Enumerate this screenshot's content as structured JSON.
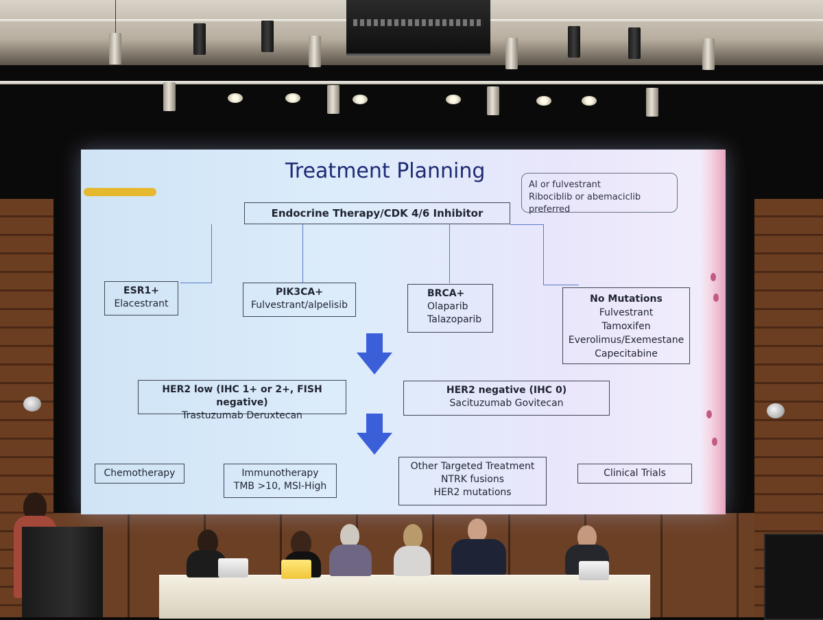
{
  "slide": {
    "title": "Treatment Planning",
    "note": [
      "AI or fulvestrant",
      "Ribociblib or abemaciclib preferred"
    ],
    "root": "Endocrine Therapy/CDK 4/6 Inhibitor",
    "mutations": [
      {
        "heading": "ESR1+",
        "lines": [
          "Elacestrant"
        ]
      },
      {
        "heading": "PIK3CA+",
        "lines": [
          "Fulvestrant/alpelisib"
        ]
      },
      {
        "heading": "BRCA+",
        "lines": [
          "Olaparib",
          "Talazoparib"
        ]
      },
      {
        "heading": "No Mutations",
        "lines": [
          "Fulvestrant",
          "Tamoxifen",
          "Everolimus/Exemestane",
          "Capecitabine"
        ]
      }
    ],
    "her2": [
      {
        "heading": "HER2 low (IHC 1+ or 2+, FISH negative)",
        "lines": [
          "Trastuzumab Deruxtecan"
        ]
      },
      {
        "heading": "HER2 negative (IHC 0)",
        "lines": [
          "Sacituzumab Govitecan"
        ]
      }
    ],
    "final": [
      {
        "lines": [
          "Chemotherapy"
        ]
      },
      {
        "lines": [
          "Immunotherapy",
          "TMB >10, MSI-High"
        ]
      },
      {
        "lines": [
          "Other Targeted Treatment",
          "NTRK fusions",
          "HER2 mutations"
        ]
      },
      {
        "lines": [
          "Clinical Trials"
        ]
      }
    ]
  },
  "colors": {
    "title": "#1d2a72",
    "arrow": "#3b5fd8",
    "highlight": "#e6b82e"
  },
  "scene": {
    "panelists": 6,
    "speakers_at_podium": 1
  }
}
